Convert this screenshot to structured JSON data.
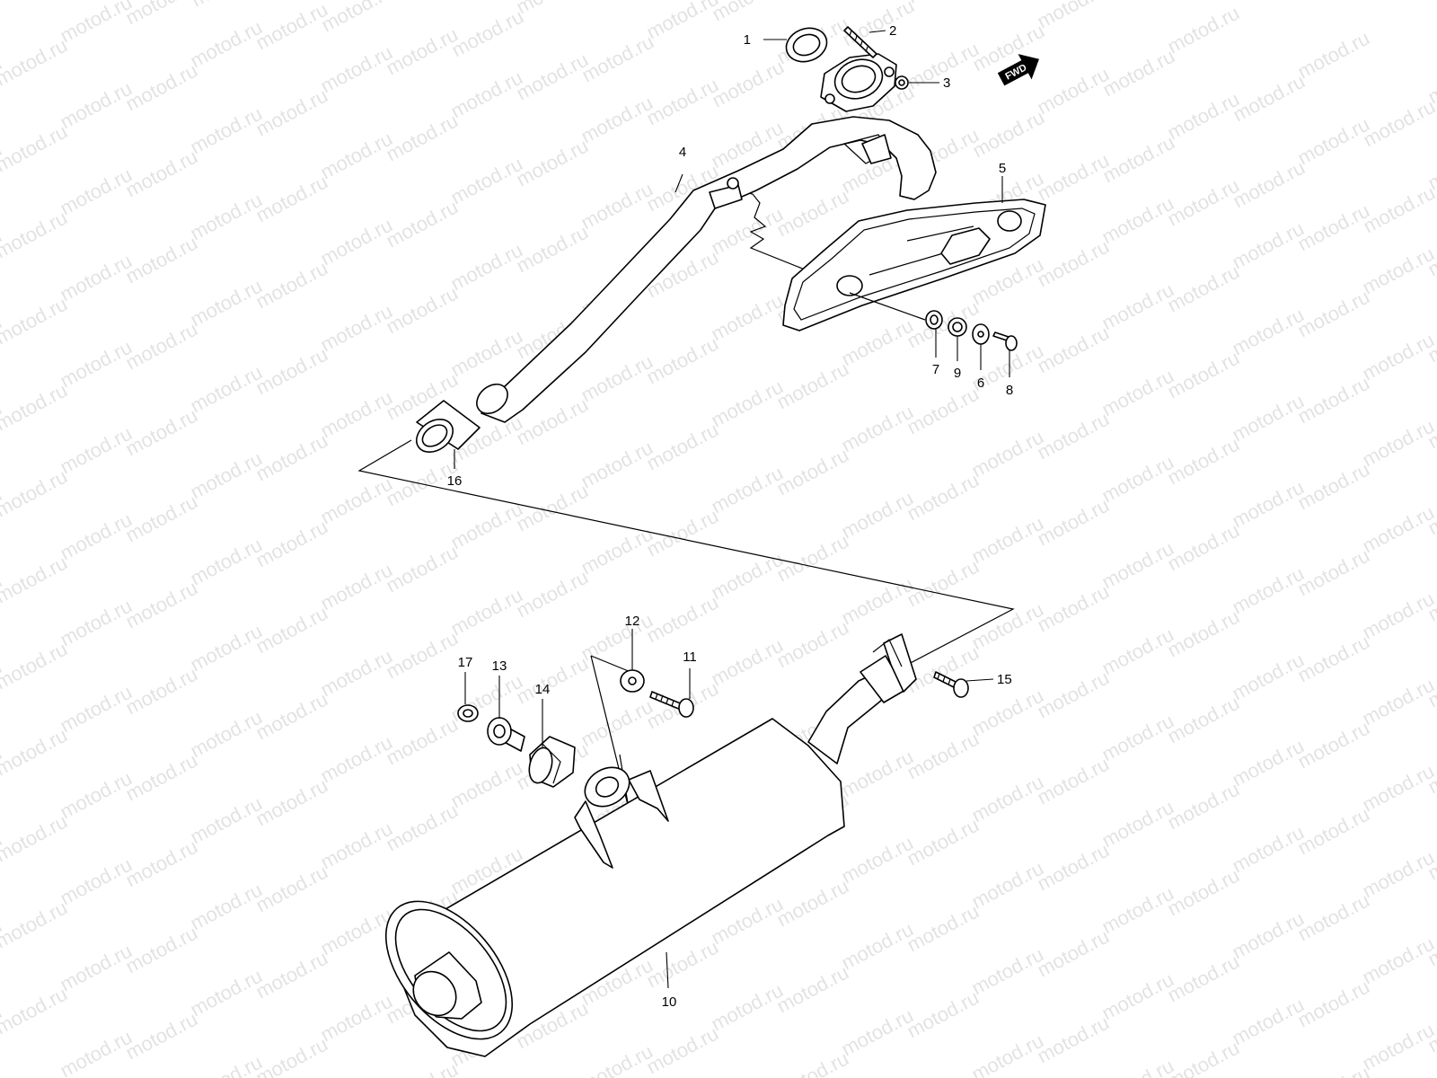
{
  "watermark": "motod.ru",
  "fwd_label": "FWD",
  "callouts": [
    "1",
    "2",
    "3",
    "4",
    "5",
    "6",
    "7",
    "8",
    "9",
    "10",
    "11",
    "12",
    "13",
    "14",
    "15",
    "16",
    "17"
  ],
  "icons": [
    "fwd-arrow-icon"
  ]
}
